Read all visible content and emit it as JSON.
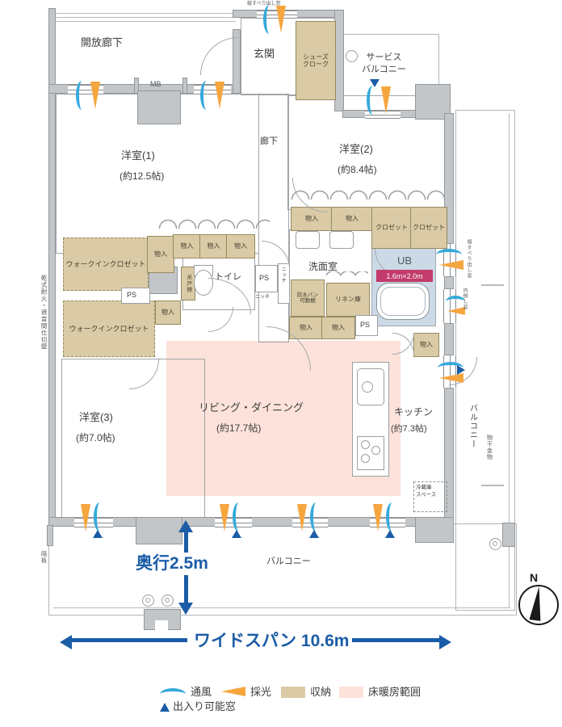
{
  "colors": {
    "wall_gray": "#c3c6c8",
    "storage_tan": "#dacba6",
    "floor_heating_pink": "#fce2da",
    "unit_bath_blue": "#ccd9e6",
    "ventilation_blue": "#35a9dc",
    "daylight_orange": "#f5a63f",
    "accent_blue": "#1b5ca6",
    "ub_badge_red": "#c23b6b"
  },
  "rooms": {
    "open_corridor": "開放廊下",
    "mb": "MB",
    "entrance": "玄関",
    "shoes_closet": "シューズ\nクローク",
    "service_balcony": "サービス\nバルコニー",
    "hallway": "廊下",
    "bedroom1": "洋室(1)",
    "bedroom1_size": "(約12.5帖)",
    "bedroom2": "洋室(2)",
    "bedroom2_size": "(約8.4帖)",
    "washroom": "洗面室",
    "unit_bath": "UB",
    "unit_bath_size": "1.6m×2.0m",
    "toilet": "トイレ",
    "bedroom3": "洋室(3)",
    "bedroom3_size": "(約7.0帖)",
    "living_dining": "リビング・ダイニング",
    "living_dining_size": "(約17.7帖)",
    "kitchen": "キッチン",
    "kitchen_size": "(約7.3帖)",
    "balcony_bottom": "バルコニー",
    "balcony_right": "バルコニー"
  },
  "storage": {
    "monoiri": "物入",
    "closet": "クロゼット",
    "walk_in_closet": "ウォークインクロゼット",
    "linen": "リネン庫",
    "hanging_cupboard": "吊戸棚",
    "washer_pan": "防水パン\n可動棚",
    "fridge_space": "冷蔵庫\nスペース"
  },
  "fixtures": {
    "ps": "PS",
    "niche": "ニッチ",
    "laundry_hardware": "物干金物",
    "partition_board": "隔板"
  },
  "windows": {
    "vertical_casement": "縦すべり出し窓",
    "inward_tilting": "内倒し窓"
  },
  "notes": {
    "partition_wall": "乾式耐火・遮音間仕切壁"
  },
  "dimensions": {
    "depth": "奥行2.5m",
    "wide_span": "ワイドスパン 10.6m"
  },
  "compass": {
    "north": "N"
  },
  "legend": {
    "ventilation": "通風",
    "daylight": "採光",
    "storage": "収納",
    "floor_heating": "床暖房範囲",
    "accessible_window": "出入り可能窓"
  }
}
